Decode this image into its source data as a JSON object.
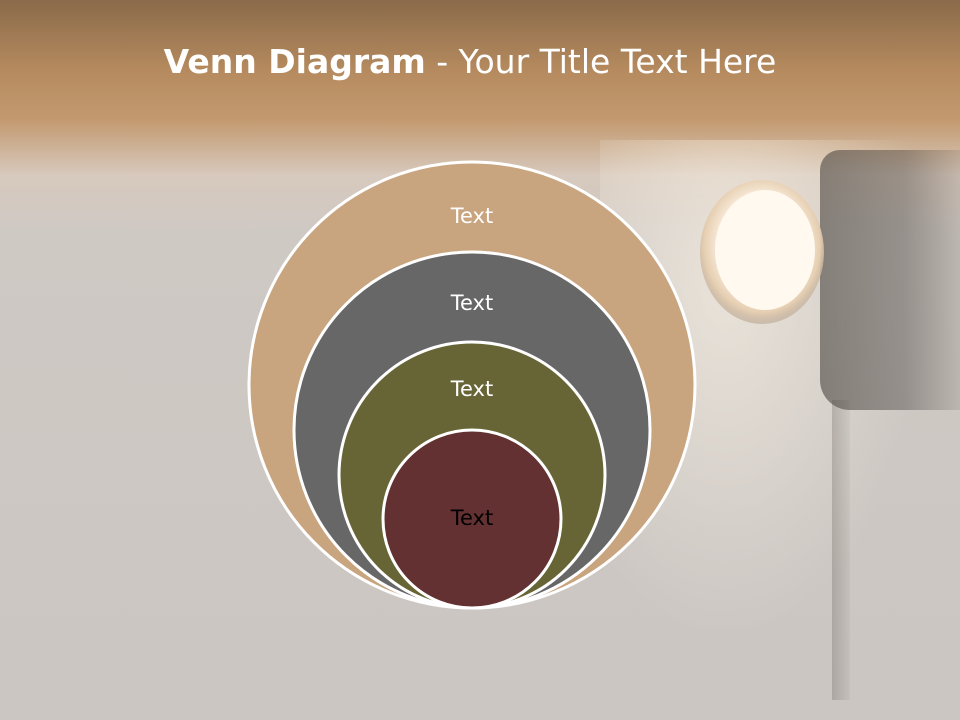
{
  "title": {
    "bold": "Venn Diagram",
    "rest": " - Your Title Text Here"
  },
  "diagram": {
    "circles": [
      {
        "label": "Text",
        "fill": "#c8a47f",
        "text_color": "#ffffff"
      },
      {
        "label": "Text",
        "fill": "#676767",
        "text_color": "#ffffff"
      },
      {
        "label": "Text",
        "fill": "#676535",
        "text_color": "#ffffff"
      },
      {
        "label": "Text",
        "fill": "#633131",
        "text_color": "#000000"
      }
    ],
    "outline_color": "#ffffff"
  }
}
